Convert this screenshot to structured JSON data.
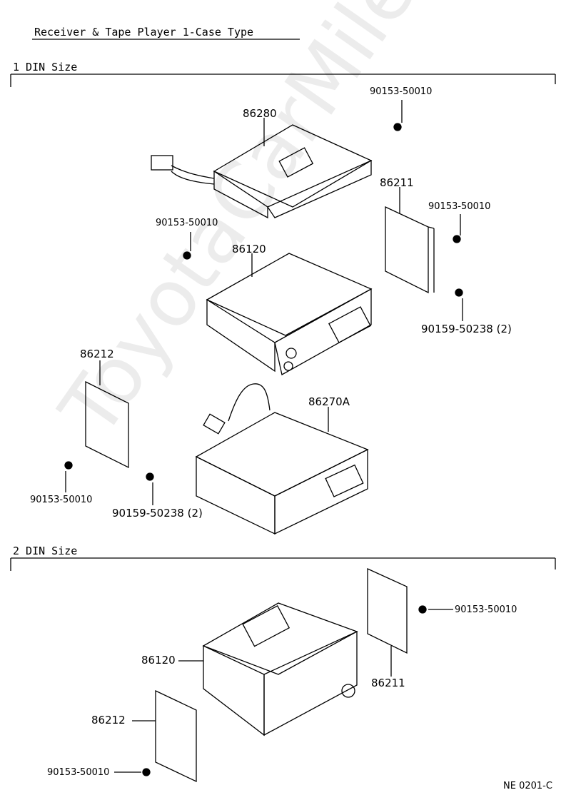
{
  "title": "Receiver & Tape Player 1-Case Type",
  "watermark": "ToyotaCarMile.ru",
  "footer_code": "NE 0201-C",
  "sections": {
    "din1": "1 DIN Size",
    "din2": "2 DIN Size"
  },
  "parts": {
    "p86280": "86280",
    "p86120_a": "86120",
    "p86270a": "86270A",
    "p86211_a": "86211",
    "p86212_a": "86212",
    "s_a": "90153-50010",
    "s_b": "90153-50010",
    "s_c": "90153-50010",
    "s_d": "90159-50238 (2)",
    "s_e": "90153-50010",
    "s_f": "90159-50238 (2)",
    "p86120_b": "86120",
    "p86211_b": "86211",
    "p86212_b": "86212",
    "s_g": "90153-50010",
    "s_h": "90153-50010"
  }
}
